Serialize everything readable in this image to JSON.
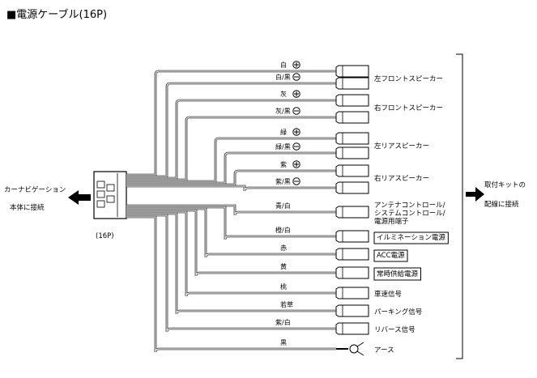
{
  "title": "■電源ケーブル(16P)",
  "left": {
    "line1": "カーナビゲーション",
    "line2": "本体に接続",
    "connector_label": "(16P)"
  },
  "right": {
    "line1": "取付キットの",
    "line2": "配線に接続"
  },
  "wires": [
    {
      "color": "白",
      "polarity": "+",
      "function": "左フロントスピーカー",
      "type": "plug"
    },
    {
      "color": "白/黒",
      "polarity": "−",
      "function": "",
      "type": "plug"
    },
    {
      "color": "灰",
      "polarity": "+",
      "function": "右フロントスピーカー",
      "type": "plug"
    },
    {
      "color": "灰/黒",
      "polarity": "−",
      "function": "",
      "type": "plug"
    },
    {
      "color": "緑",
      "polarity": "+",
      "function": "左リアスピーカー",
      "type": "plug"
    },
    {
      "color": "緑/黒",
      "polarity": "−",
      "function": "",
      "type": "plug"
    },
    {
      "color": "紫",
      "polarity": "+",
      "function": "右リアスピーカー",
      "type": "plug"
    },
    {
      "color": "紫/黒",
      "polarity": "−",
      "function": "",
      "type": "plug"
    },
    {
      "color": "青/白",
      "polarity": "",
      "function": "アンテナコントロール/システムコントロール電源用端子",
      "type": "plug"
    },
    {
      "color": "橙/白",
      "polarity": "",
      "function": "イルミネーション電源",
      "type": "plug"
    },
    {
      "color": "赤",
      "polarity": "",
      "function": "ACC電源",
      "type": "plug"
    },
    {
      "color": "黄",
      "polarity": "",
      "function": "常時供給電源",
      "type": "plug"
    },
    {
      "color": "桃",
      "polarity": "",
      "function": "車速信号",
      "type": "plug"
    },
    {
      "color": "若草",
      "polarity": "",
      "function": "パーキング信号",
      "type": "plug"
    },
    {
      "color": "紫/白",
      "polarity": "",
      "function": "リバース信号",
      "type": "plug"
    },
    {
      "color": "黒",
      "polarity": "",
      "function": "アース",
      "type": "terminal"
    }
  ],
  "multiline_function": [
    "アンテナコントロール/",
    "システムコントロール/",
    "電源用端子"
  ],
  "boxed_functions": [
    "イルミネーション電源",
    "ACC電源",
    "常時供給電源"
  ]
}
